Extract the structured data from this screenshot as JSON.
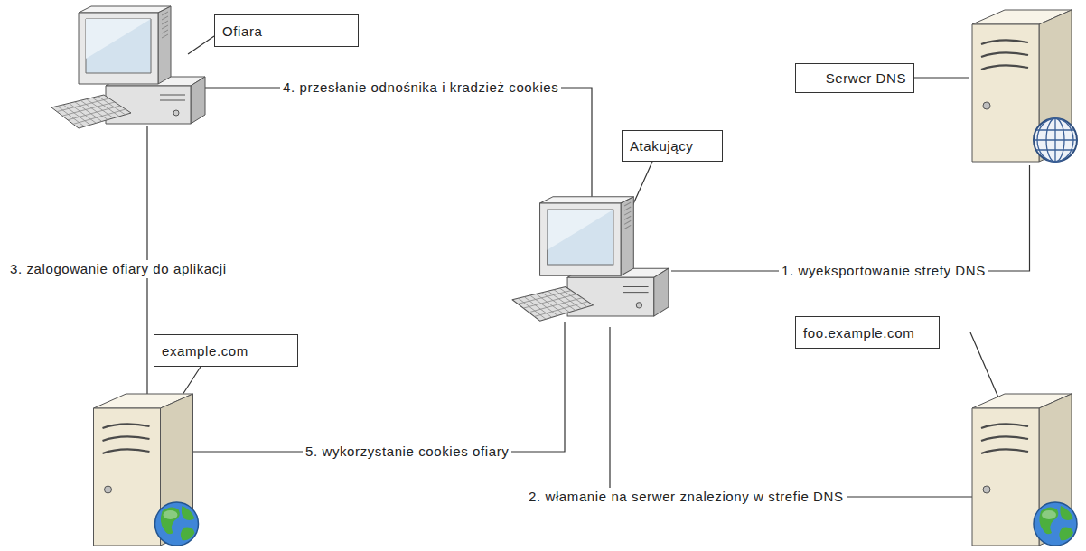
{
  "diagram": {
    "nodes": [
      {
        "text": [
          "Ofiara"
        ]
      },
      {
        "text": [
          "Serwer DNS"
        ]
      },
      {
        "text": [
          "Atakujący"
        ]
      },
      {
        "text": [
          "example.com"
        ]
      },
      {
        "text": [
          "foo.example.com"
        ]
      }
    ],
    "edges": [
      {
        "from": 2,
        "to": 1,
        "arrow": "none",
        "label": "1. wyeksportowanie strefy DNS"
      },
      {
        "from": 2,
        "to": 4,
        "arrow": "none",
        "label": "2. włamanie na serwer znaleziony w strefie DNS"
      },
      {
        "from": 0,
        "to": 3,
        "arrow": "none",
        "label": "3. zalogowanie ofiary do aplikacji"
      },
      {
        "from": 0,
        "to": 2,
        "arrow": "none",
        "label": "4. przesłanie odnośnika i kradzież cookies"
      },
      {
        "from": 3,
        "to": 2,
        "arrow": "none",
        "label": "5. wykorzystanie cookies ofiary"
      }
    ]
  }
}
